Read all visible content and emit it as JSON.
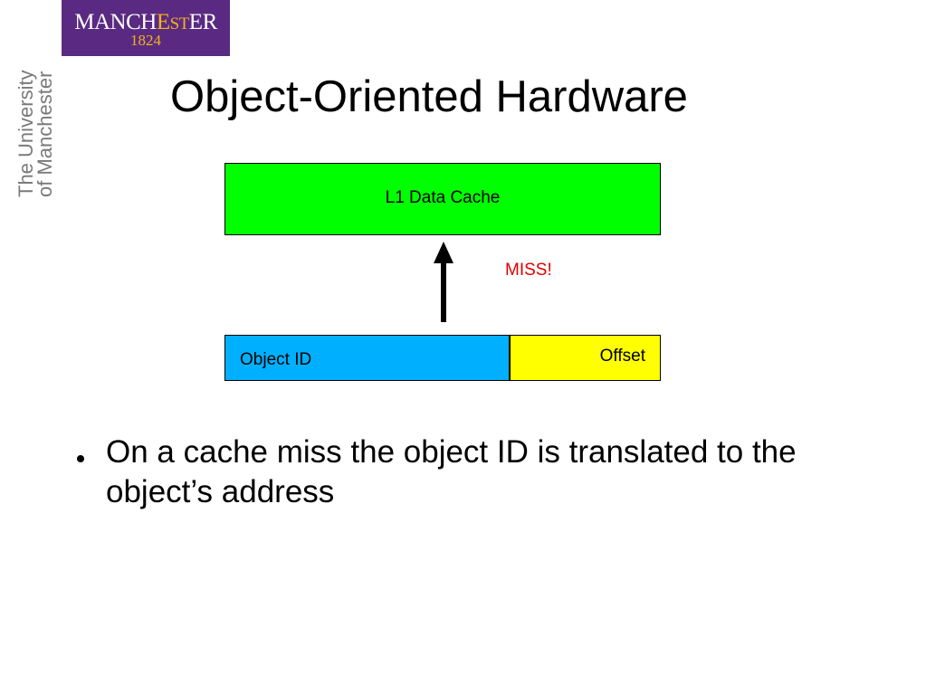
{
  "logo": {
    "line1_part1": "MANCH",
    "line1_part2": "E",
    "line1_part3": "S",
    "line1_part4": "T",
    "line1_part5": "ER",
    "year": "1824",
    "purple": "#5a2a82",
    "gold": "#f2b21b"
  },
  "university_name": {
    "line1": "The University",
    "line2": "of Manchester"
  },
  "slide": {
    "title": "Object-Oriented Hardware",
    "bullet": "On a cache miss the object ID is translated to the object’s address"
  },
  "diagram": {
    "cache_label": "L1 Data Cache",
    "miss_label": "MISS!",
    "object_id_label": "Object ID",
    "offset_label": "Offset",
    "colors": {
      "cache": "#00ff00",
      "object_id": "#00b0ff",
      "offset": "#ffff00",
      "miss": "#e00000"
    }
  }
}
